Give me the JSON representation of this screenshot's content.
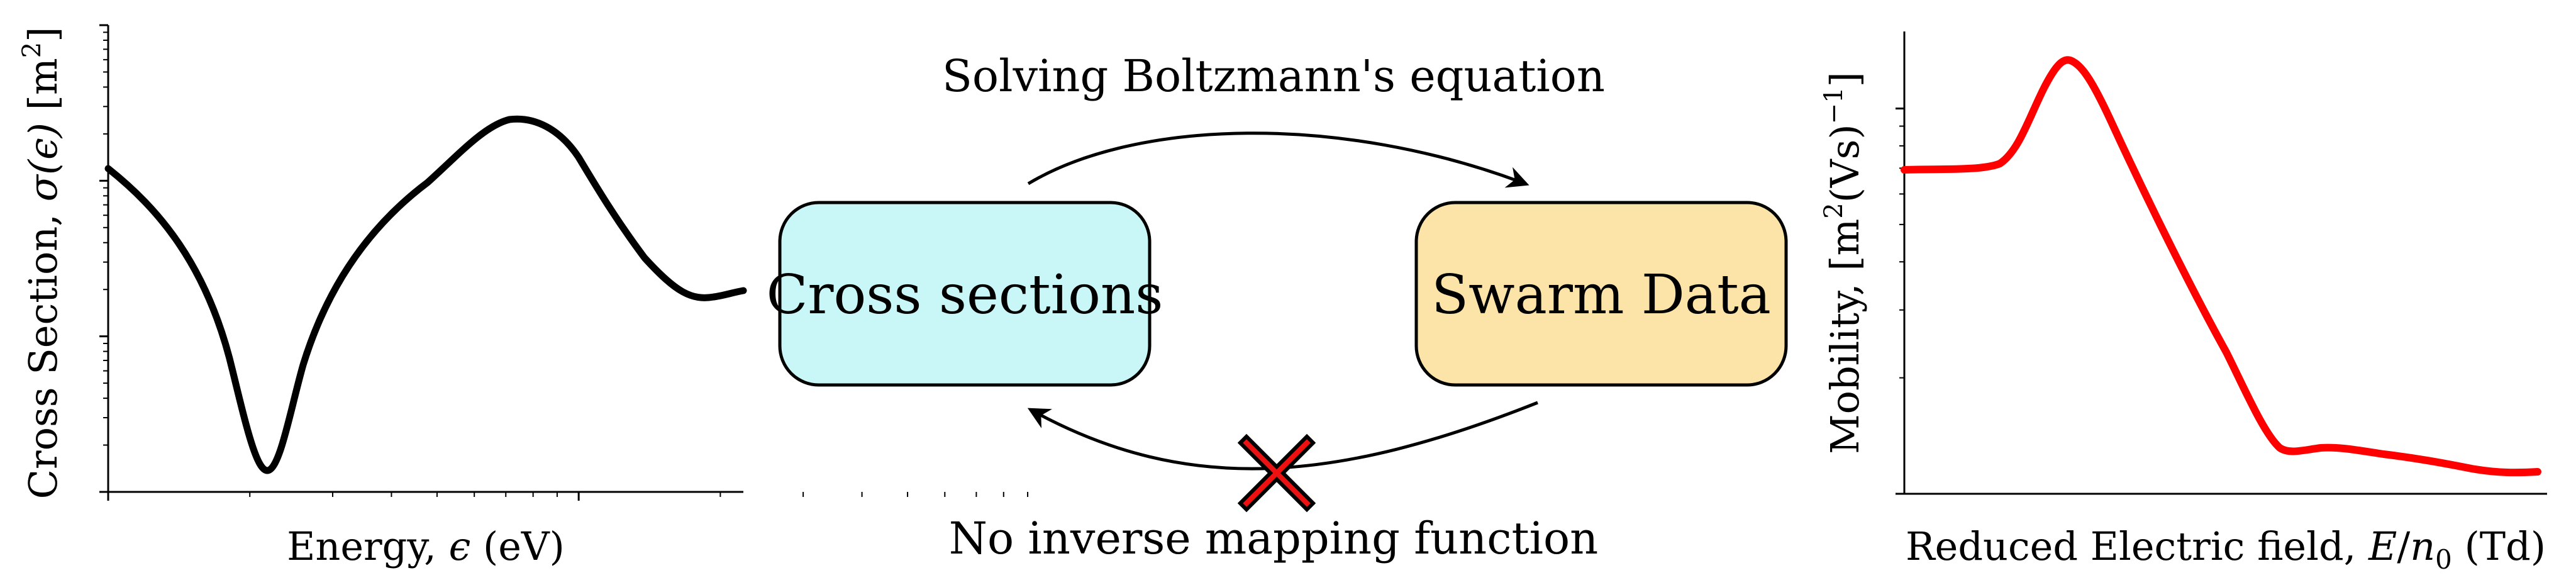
{
  "left_plot": {
    "ylabel_text": "Cross Section, ",
    "ylabel_math": "σ(ϵ)",
    "ylabel_unit": " [m",
    "ylabel_sup": "2",
    "ylabel_close": "]",
    "xlabel_text": "Energy, ",
    "xlabel_math": "ϵ",
    "xlabel_unit": " (eV)",
    "line_color": "#000000",
    "scale": "log-log",
    "grid": false
  },
  "center_diagram": {
    "forward_label": "Solving Boltzmann's equation",
    "backward_label": "No inverse mapping function",
    "left_box_label": "Cross sections",
    "right_box_label": "Swarm Data",
    "left_box_color": "#c9f7f7",
    "right_box_color": "#fce4a8",
    "cross_mark_color": "#ee1111",
    "cross_icon": "x-mark-icon"
  },
  "right_plot": {
    "ylabel_text": "Mobility, [m",
    "ylabel_sup1": "2",
    "ylabel_mid": "(Vs)",
    "ylabel_sup2": "−1",
    "ylabel_close": "]",
    "xlabel_text": "Reduced Electric field, ",
    "xlabel_math_E": "E",
    "xlabel_math_slash": "/",
    "xlabel_math_n": "n",
    "xlabel_math_sub": "0",
    "xlabel_unit": " (Td)",
    "line_color": "#ff0000",
    "scale": "log-log",
    "grid": false
  }
}
